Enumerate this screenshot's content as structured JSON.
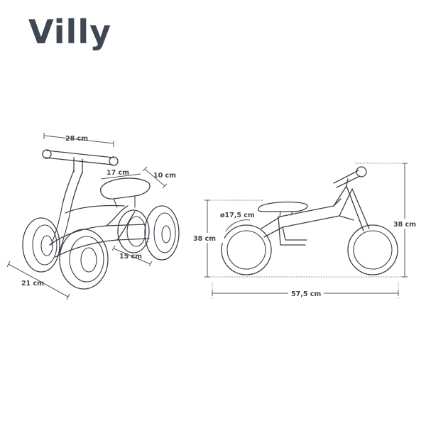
{
  "title": "Villy",
  "dimensions": {
    "handlebar_width": "28 cm",
    "seat_length": "17 cm",
    "seat_width": "10 cm",
    "wheelbase_small": "15 cm",
    "base_width": "21 cm",
    "wheel_diameter": "ø17,5 cm",
    "seat_height": "38 cm",
    "total_height": "38 cm",
    "total_length": "57,5 cm"
  },
  "colors": {
    "ink": "#3a3f46",
    "label": "#3f4752",
    "accent_dots": "#2aa39a"
  }
}
